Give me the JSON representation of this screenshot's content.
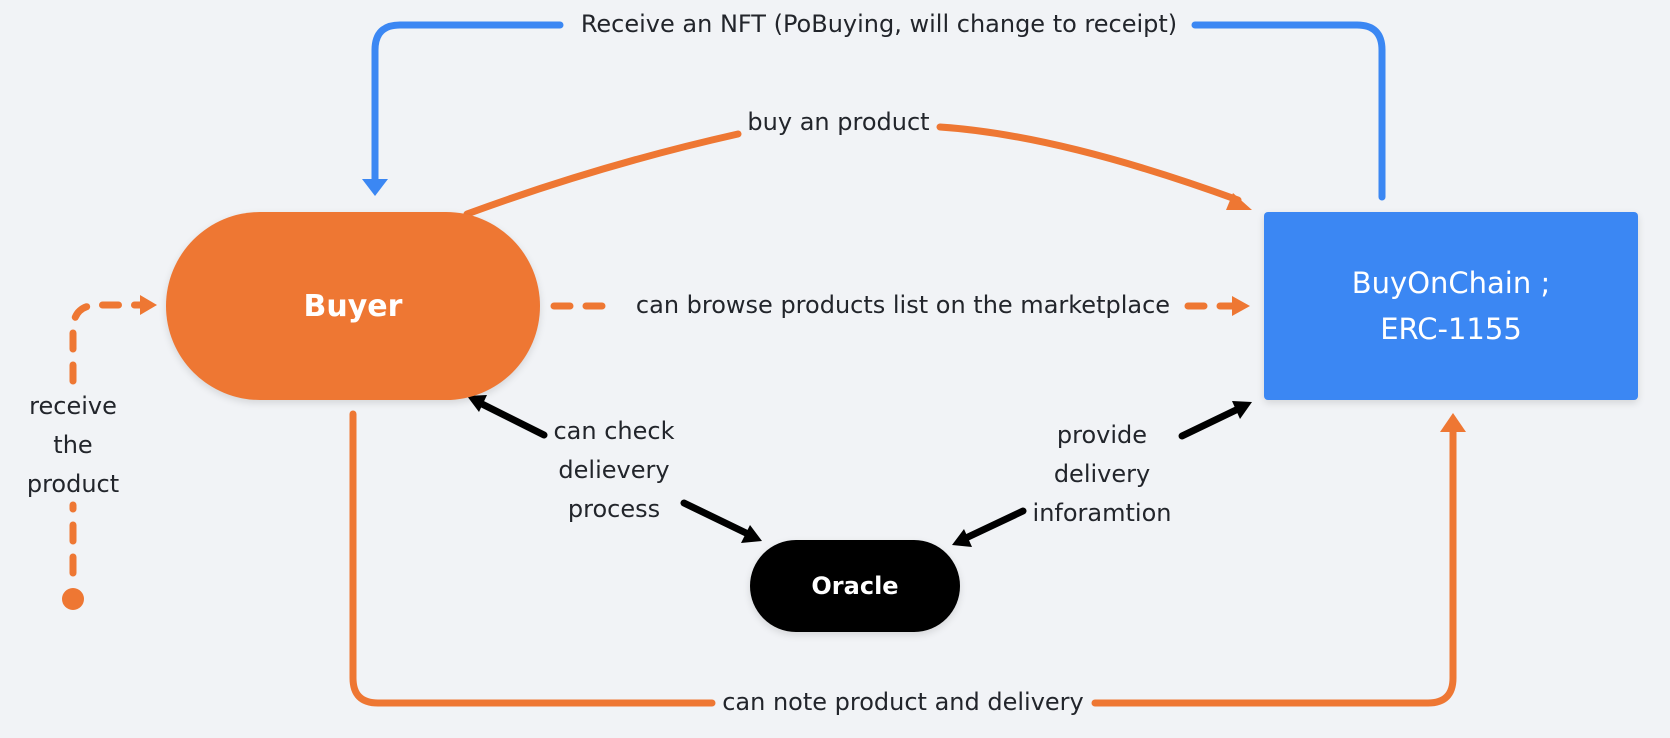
{
  "nodes": {
    "buyer": {
      "label": "Buyer",
      "color": "#ee7733"
    },
    "buyonchain": {
      "label": "BuyOnChain ;\nERC-1155",
      "color": "#3b87f3"
    },
    "oracle": {
      "label": "Oracle",
      "color": "#000000"
    }
  },
  "edges": {
    "receive_nft": {
      "label": "Receive an NFT (PoBuying, will change to receipt)",
      "color": "#3b87f3"
    },
    "buy_product": {
      "label": "buy an product",
      "color": "#ee7733"
    },
    "browse_products": {
      "label": "can browse products list on the marketplace",
      "color": "#ee7733"
    },
    "check_delivery": {
      "label": "can check\ndelievery\nprocess",
      "color": "#000000"
    },
    "provide_delivery": {
      "label": "provide\ndelivery\ninforamtion",
      "color": "#000000"
    },
    "note_product": {
      "label": "can note product and delivery",
      "color": "#ee7733"
    },
    "receive_product": {
      "label": "receive\nthe\nproduct",
      "color": "#ee7733"
    }
  },
  "colors": {
    "background": "#f1f3f6",
    "label_text": "#22252b"
  }
}
